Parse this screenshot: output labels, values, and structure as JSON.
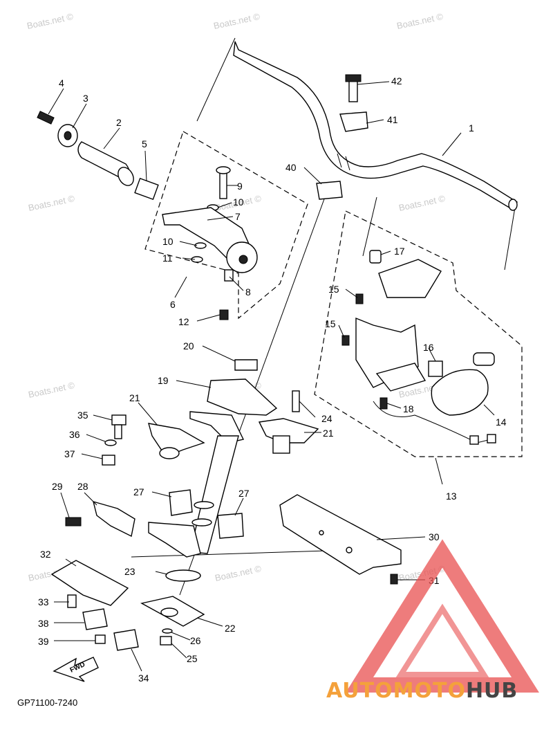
{
  "diagram": {
    "drawing_code": "GP71100-7240",
    "watermark_text": "Boats.net ©",
    "brand_logo": {
      "text_part1": "AUTOMOTO",
      "text_part2": "HUB",
      "color_accent": "#f4a13b",
      "color_dark": "#444444",
      "triangle_color": "#e85050"
    },
    "fwd_arrow_label": "FWD",
    "callouts": [
      {
        "id": "c1",
        "text": "1"
      },
      {
        "id": "c2",
        "text": "2"
      },
      {
        "id": "c3",
        "text": "3"
      },
      {
        "id": "c4",
        "text": "4"
      },
      {
        "id": "c5",
        "text": "5"
      },
      {
        "id": "c6",
        "text": "6"
      },
      {
        "id": "c7",
        "text": "7"
      },
      {
        "id": "c8",
        "text": "8"
      },
      {
        "id": "c9",
        "text": "9"
      },
      {
        "id": "c10a",
        "text": "10"
      },
      {
        "id": "c10b",
        "text": "10"
      },
      {
        "id": "c11",
        "text": "11"
      },
      {
        "id": "c12",
        "text": "12"
      },
      {
        "id": "c13",
        "text": "13"
      },
      {
        "id": "c14",
        "text": "14"
      },
      {
        "id": "c15a",
        "text": "15"
      },
      {
        "id": "c15b",
        "text": "15"
      },
      {
        "id": "c16",
        "text": "16"
      },
      {
        "id": "c17",
        "text": "17"
      },
      {
        "id": "c18",
        "text": "18"
      },
      {
        "id": "c19",
        "text": "19"
      },
      {
        "id": "c20",
        "text": "20"
      },
      {
        "id": "c21a",
        "text": "21"
      },
      {
        "id": "c21b",
        "text": "21"
      },
      {
        "id": "c22",
        "text": "22"
      },
      {
        "id": "c23",
        "text": "23"
      },
      {
        "id": "c24",
        "text": "24"
      },
      {
        "id": "c25",
        "text": "25"
      },
      {
        "id": "c26",
        "text": "26"
      },
      {
        "id": "c27a",
        "text": "27"
      },
      {
        "id": "c27b",
        "text": "27"
      },
      {
        "id": "c28",
        "text": "28"
      },
      {
        "id": "c29",
        "text": "29"
      },
      {
        "id": "c30",
        "text": "30"
      },
      {
        "id": "c31",
        "text": "31"
      },
      {
        "id": "c32",
        "text": "32"
      },
      {
        "id": "c33",
        "text": "33"
      },
      {
        "id": "c34",
        "text": "34"
      },
      {
        "id": "c35",
        "text": "35"
      },
      {
        "id": "c36",
        "text": "36"
      },
      {
        "id": "c37",
        "text": "37"
      },
      {
        "id": "c38",
        "text": "38"
      },
      {
        "id": "c39",
        "text": "39"
      },
      {
        "id": "c40",
        "text": "40"
      },
      {
        "id": "c41",
        "text": "41"
      },
      {
        "id": "c42",
        "text": "42"
      }
    ]
  }
}
